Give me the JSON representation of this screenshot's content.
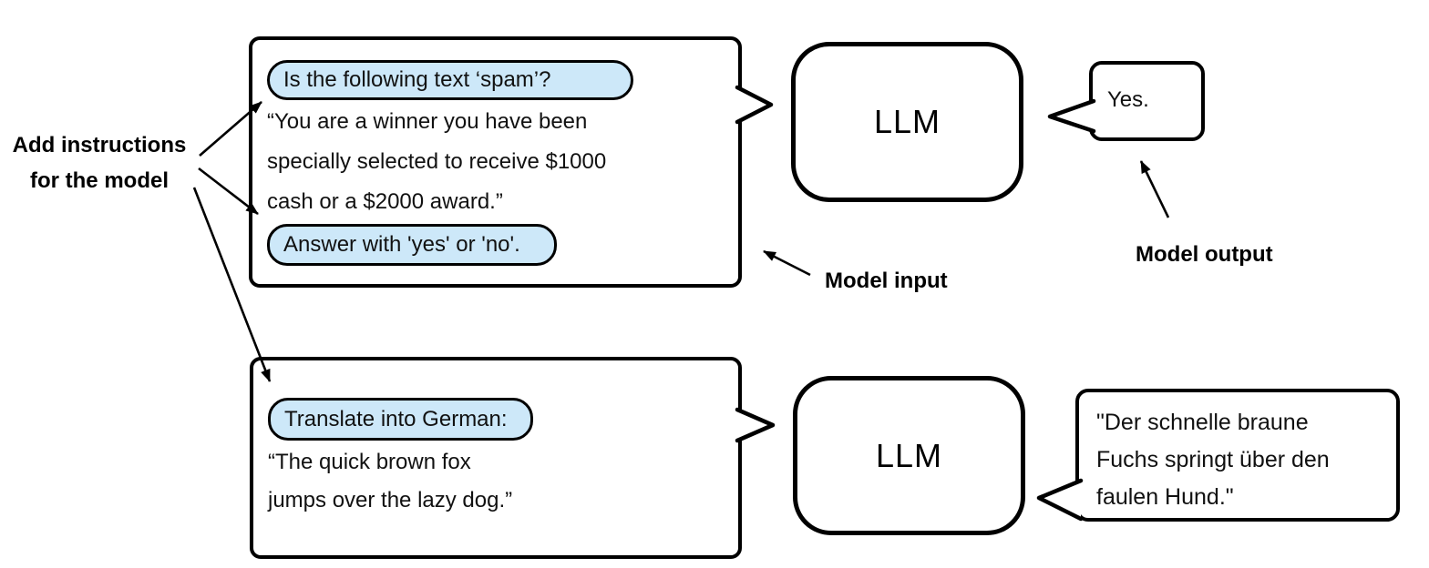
{
  "diagram": {
    "background": "#ffffff",
    "stroke_color": "#000000",
    "highlight_fill": "#cde8f9"
  },
  "annotations": {
    "add_instructions_line1": "Add instructions",
    "add_instructions_line2": "for the model",
    "model_input": "Model input",
    "model_output": "Model output"
  },
  "example_spam": {
    "model_label": "LLM",
    "input": {
      "instruction_top": "Is the following text ‘spam’?",
      "body_lines": [
        "“You are a winner you have been",
        "specially selected to receive $1000",
        "cash or a $2000 award.”"
      ],
      "instruction_bottom": "Answer with 'yes' or 'no'."
    },
    "output": "Yes."
  },
  "example_translation": {
    "model_label": "LLM",
    "input": {
      "instruction_top": "Translate into German:",
      "body_lines": [
        "“The quick brown fox",
        "jumps over the lazy dog.”"
      ]
    },
    "output_lines": [
      "\"Der schnelle braune",
      "Fuchs springt über den",
      "faulen Hund.\""
    ]
  }
}
